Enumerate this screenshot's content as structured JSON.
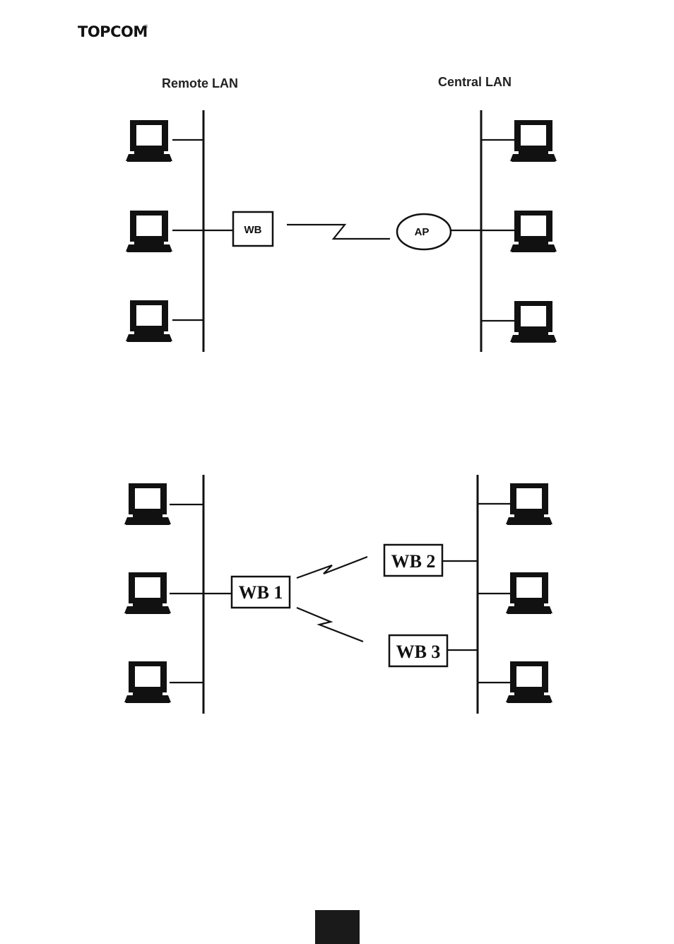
{
  "header": {
    "brand": "TOPCOM"
  },
  "diagram_top": {
    "left_label": "Remote LAN",
    "right_label": "Central LAN",
    "bridge_label": "WB",
    "access_point_label": "AP"
  },
  "diagram_bottom": {
    "bridge_1_label": "WB 1",
    "bridge_2_label": "WB 2",
    "bridge_3_label": "WB 3"
  },
  "colors": {
    "ink": "#111111",
    "page_tab": "#1a1a1a",
    "background": "#ffffff"
  },
  "icons": [
    "laptop-icon",
    "wireless-link-icon",
    "topcom-logo"
  ]
}
